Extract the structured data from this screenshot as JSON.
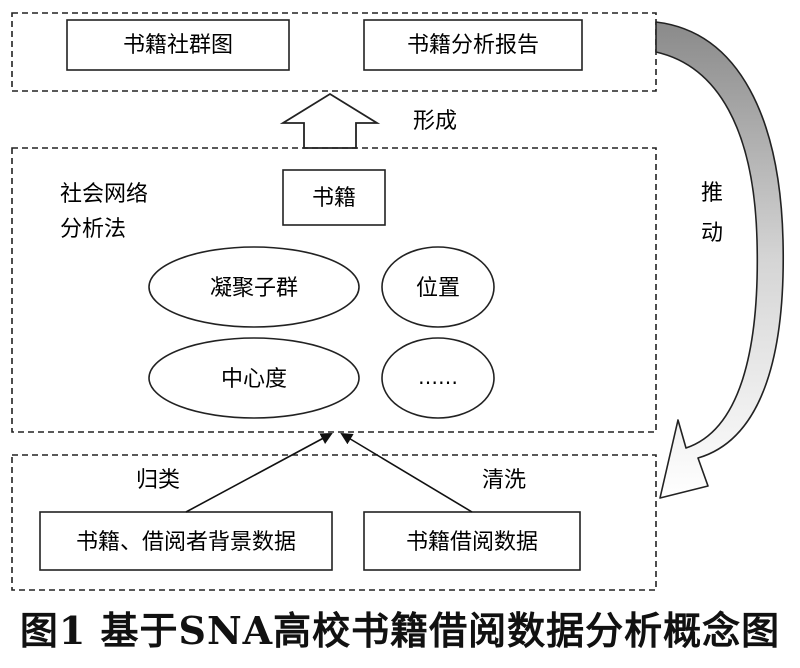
{
  "top_frame": {
    "box_left": "书籍社群图",
    "box_right": "书籍分析报告"
  },
  "up_arrow_label": "形成",
  "side_arrow_label": [
    "推",
    "动"
  ],
  "middle_frame": {
    "method_label_line1": "社会网络",
    "method_label_line2": "分析法",
    "book_box": "书籍",
    "ellipses": [
      "凝聚子群",
      "位置",
      "中心度",
      "……"
    ]
  },
  "bottom_frame": {
    "label_left": "归类",
    "label_right": "清洗",
    "box_left": "书籍、借阅者背景数据",
    "box_right": "书籍借阅数据"
  },
  "caption": "图1  基于SNA高校书籍借阅数据分析概念图"
}
